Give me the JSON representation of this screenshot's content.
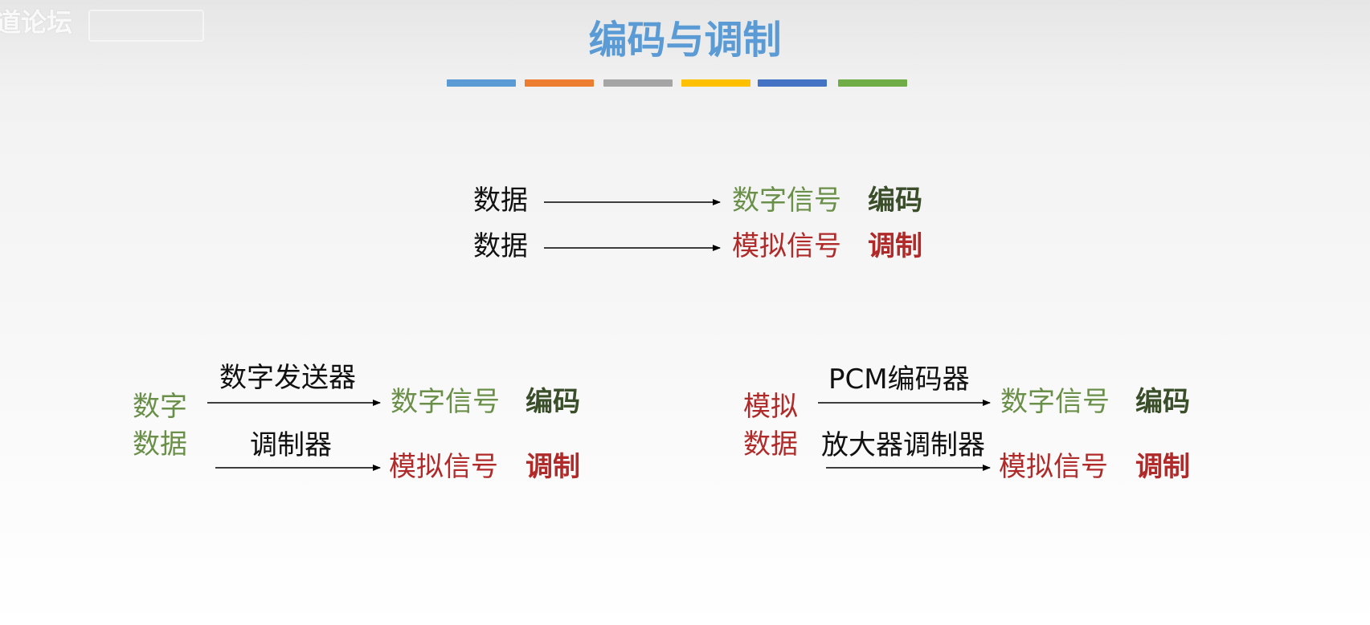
{
  "watermark": "道论坛",
  "title": "编码与调制",
  "colors": {
    "title": "#5b9bd5",
    "green": "#6a8f48",
    "dark_green": "#3a4e2a",
    "red": "#b02a2a",
    "bar": [
      "#5b9bd5",
      "#ed7d31",
      "#a5a5a5",
      "#ffc000",
      "#4472c4",
      "#70ad47"
    ]
  },
  "top": {
    "row1": {
      "source": "数据",
      "target": "数字信号",
      "method": "编码"
    },
    "row2": {
      "source": "数据",
      "target": "模拟信号",
      "method": "调制"
    }
  },
  "left": {
    "source_line1": "数字",
    "source_line2": "数据",
    "upper": {
      "device": "数字发送器",
      "target": "数字信号",
      "method": "编码"
    },
    "lower": {
      "device": "调制器",
      "target": "模拟信号",
      "method": "调制"
    }
  },
  "right": {
    "source_line1": "模拟",
    "source_line2": "数据",
    "upper": {
      "device": "PCM编码器",
      "target": "数字信号",
      "method": "编码"
    },
    "lower": {
      "device": "放大器调制器",
      "target": "模拟信号",
      "method": "调制"
    }
  }
}
